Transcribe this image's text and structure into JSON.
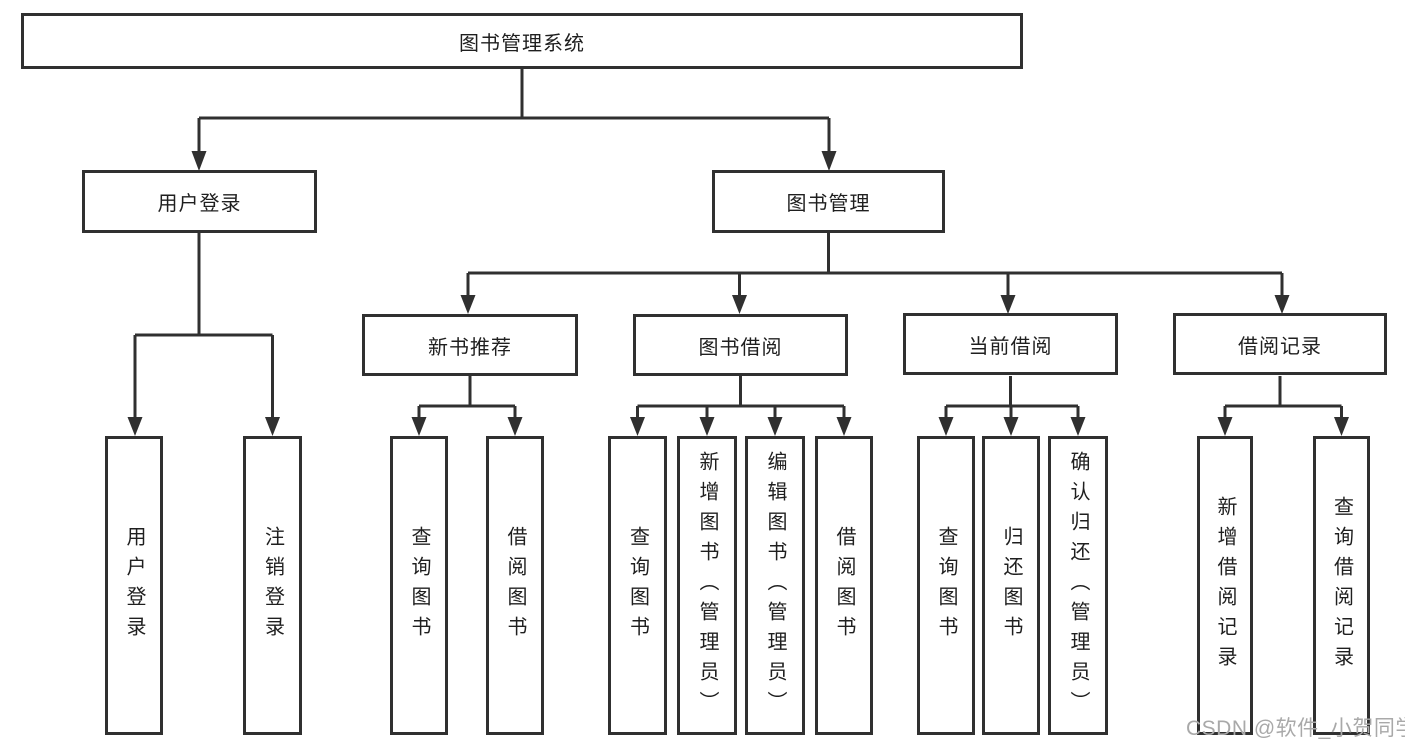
{
  "tree": {
    "root": "图书管理系统",
    "branches": [
      {
        "label": "用户登录",
        "children": [
          "用户登录",
          "注销登录"
        ]
      },
      {
        "label": "图书管理",
        "groups": [
          {
            "label": "新书推荐",
            "children": [
              "查询图书",
              "借阅图书"
            ]
          },
          {
            "label": "图书借阅",
            "children": [
              "查询图书",
              "新增图书（管理员）",
              "编辑图书（管理员）",
              "借阅图书"
            ]
          },
          {
            "label": "当前借阅",
            "children": [
              "查询图书",
              "归还图书",
              "确认归还（管理员）"
            ]
          },
          {
            "label": "借阅记录",
            "children": [
              "新增借阅记录",
              "查询借阅记录"
            ]
          }
        ]
      }
    ]
  },
  "watermark": {
    "text": "CSDN @软件_小贺同学"
  },
  "colors": {
    "line": "#303030",
    "text": "#1f1f1f",
    "node_background": "#ffffff",
    "watermark": "#a9a9a9"
  }
}
